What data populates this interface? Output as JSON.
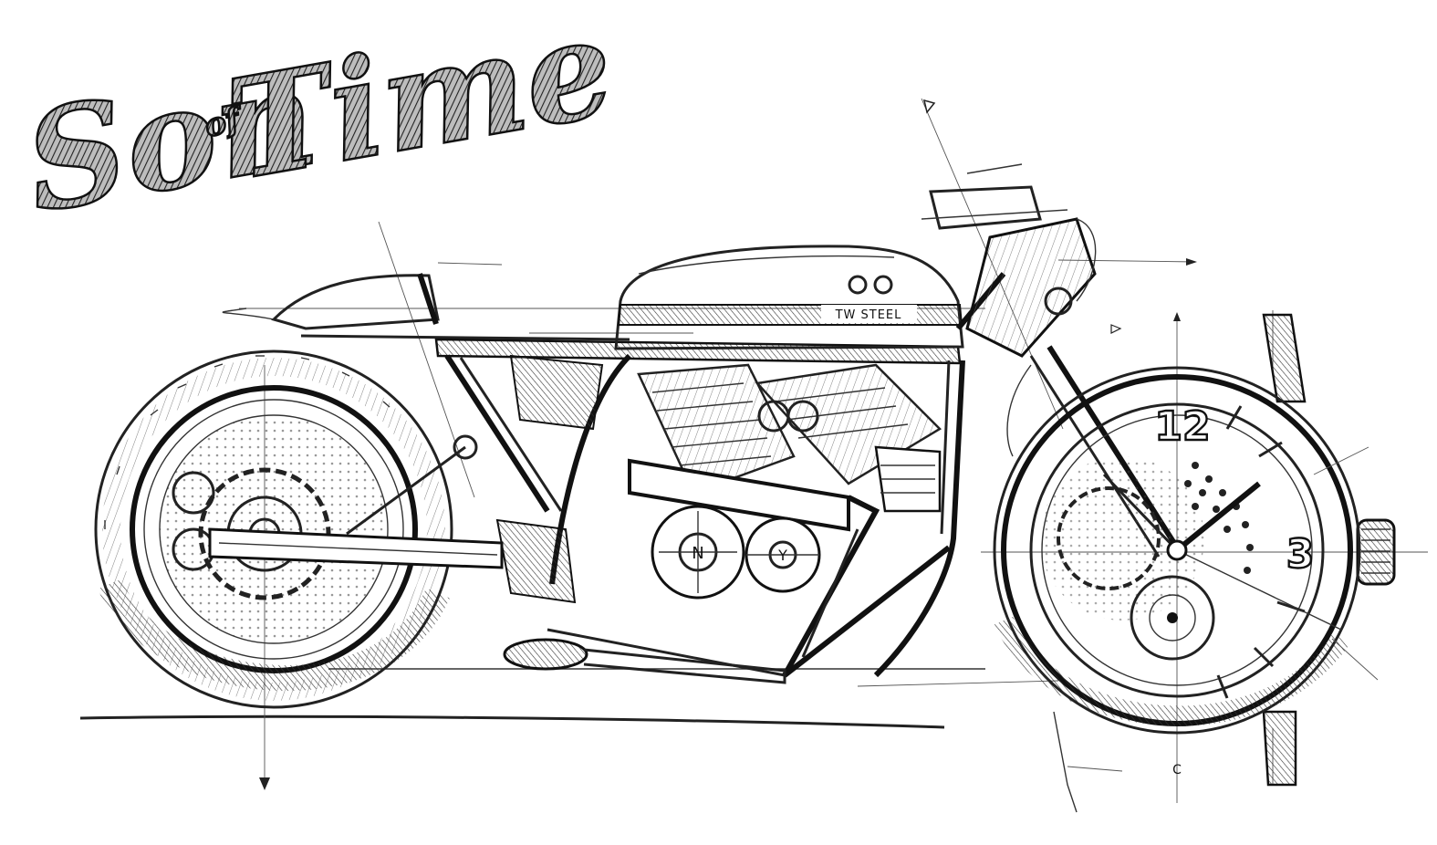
{
  "logo": {
    "word_left": "Son",
    "word_small": "of",
    "word_right": "Time"
  },
  "tank_badge": "TW STEEL",
  "engine_badges": {
    "left": "N",
    "right": "Y"
  },
  "watch_dial": {
    "twelve": "12",
    "three": "3"
  },
  "construction_letter": "C",
  "colors": {
    "ink": "#1a1a1a",
    "paper": "#ffffff"
  }
}
